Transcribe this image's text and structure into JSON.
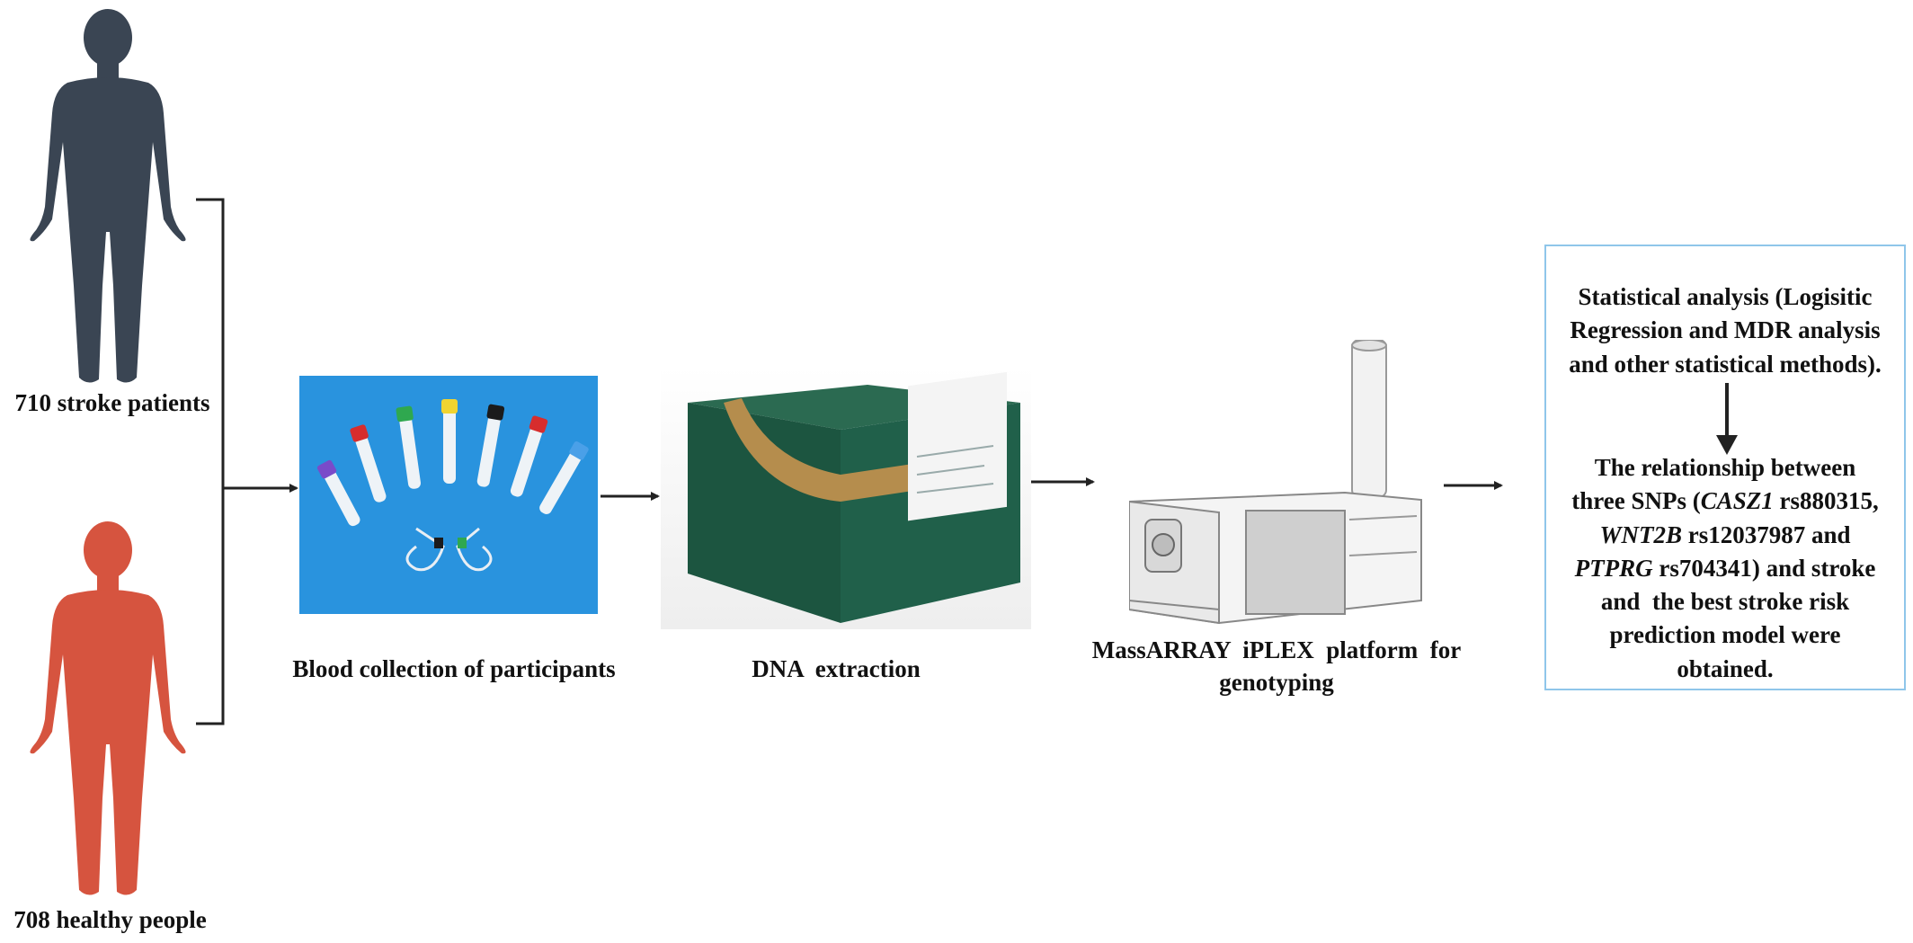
{
  "groups": {
    "patients_label": "710 stroke patients",
    "healthy_label": "708 healthy people"
  },
  "steps": {
    "blood_label": "Blood collection of participants",
    "dna_label": "DNA  extraction",
    "massarray_label_line1": "MassARRAY  iPLEX  platform  for",
    "massarray_label_line2": "genotyping"
  },
  "result_box": {
    "analysis_line1": "Statistical analysis (Logisitic",
    "analysis_line2": "Regression and MDR analysis",
    "analysis_line3": "and other statistical methods).",
    "result_line1": "The relationship between",
    "result_line2_pre": "three SNPs (",
    "gene1": "CASZ1",
    "result_line2_post": " rs880315,",
    "gene2": "WNT2B",
    "result_line3_post": " rs12037987 and",
    "gene3": "PTPRG",
    "result_line4_post": " rs704341) and stroke",
    "result_line5": "and  the best stroke risk",
    "result_line6": "prediction model were",
    "result_line7": "obtained."
  },
  "colors": {
    "patient_figure": "#3a4553",
    "healthy_figure": "#d6543f",
    "tube_background": "#2993de",
    "kit_box": "#1f5a44",
    "kit_band": "#b58d4d",
    "box_border": "#8fc6ea"
  }
}
